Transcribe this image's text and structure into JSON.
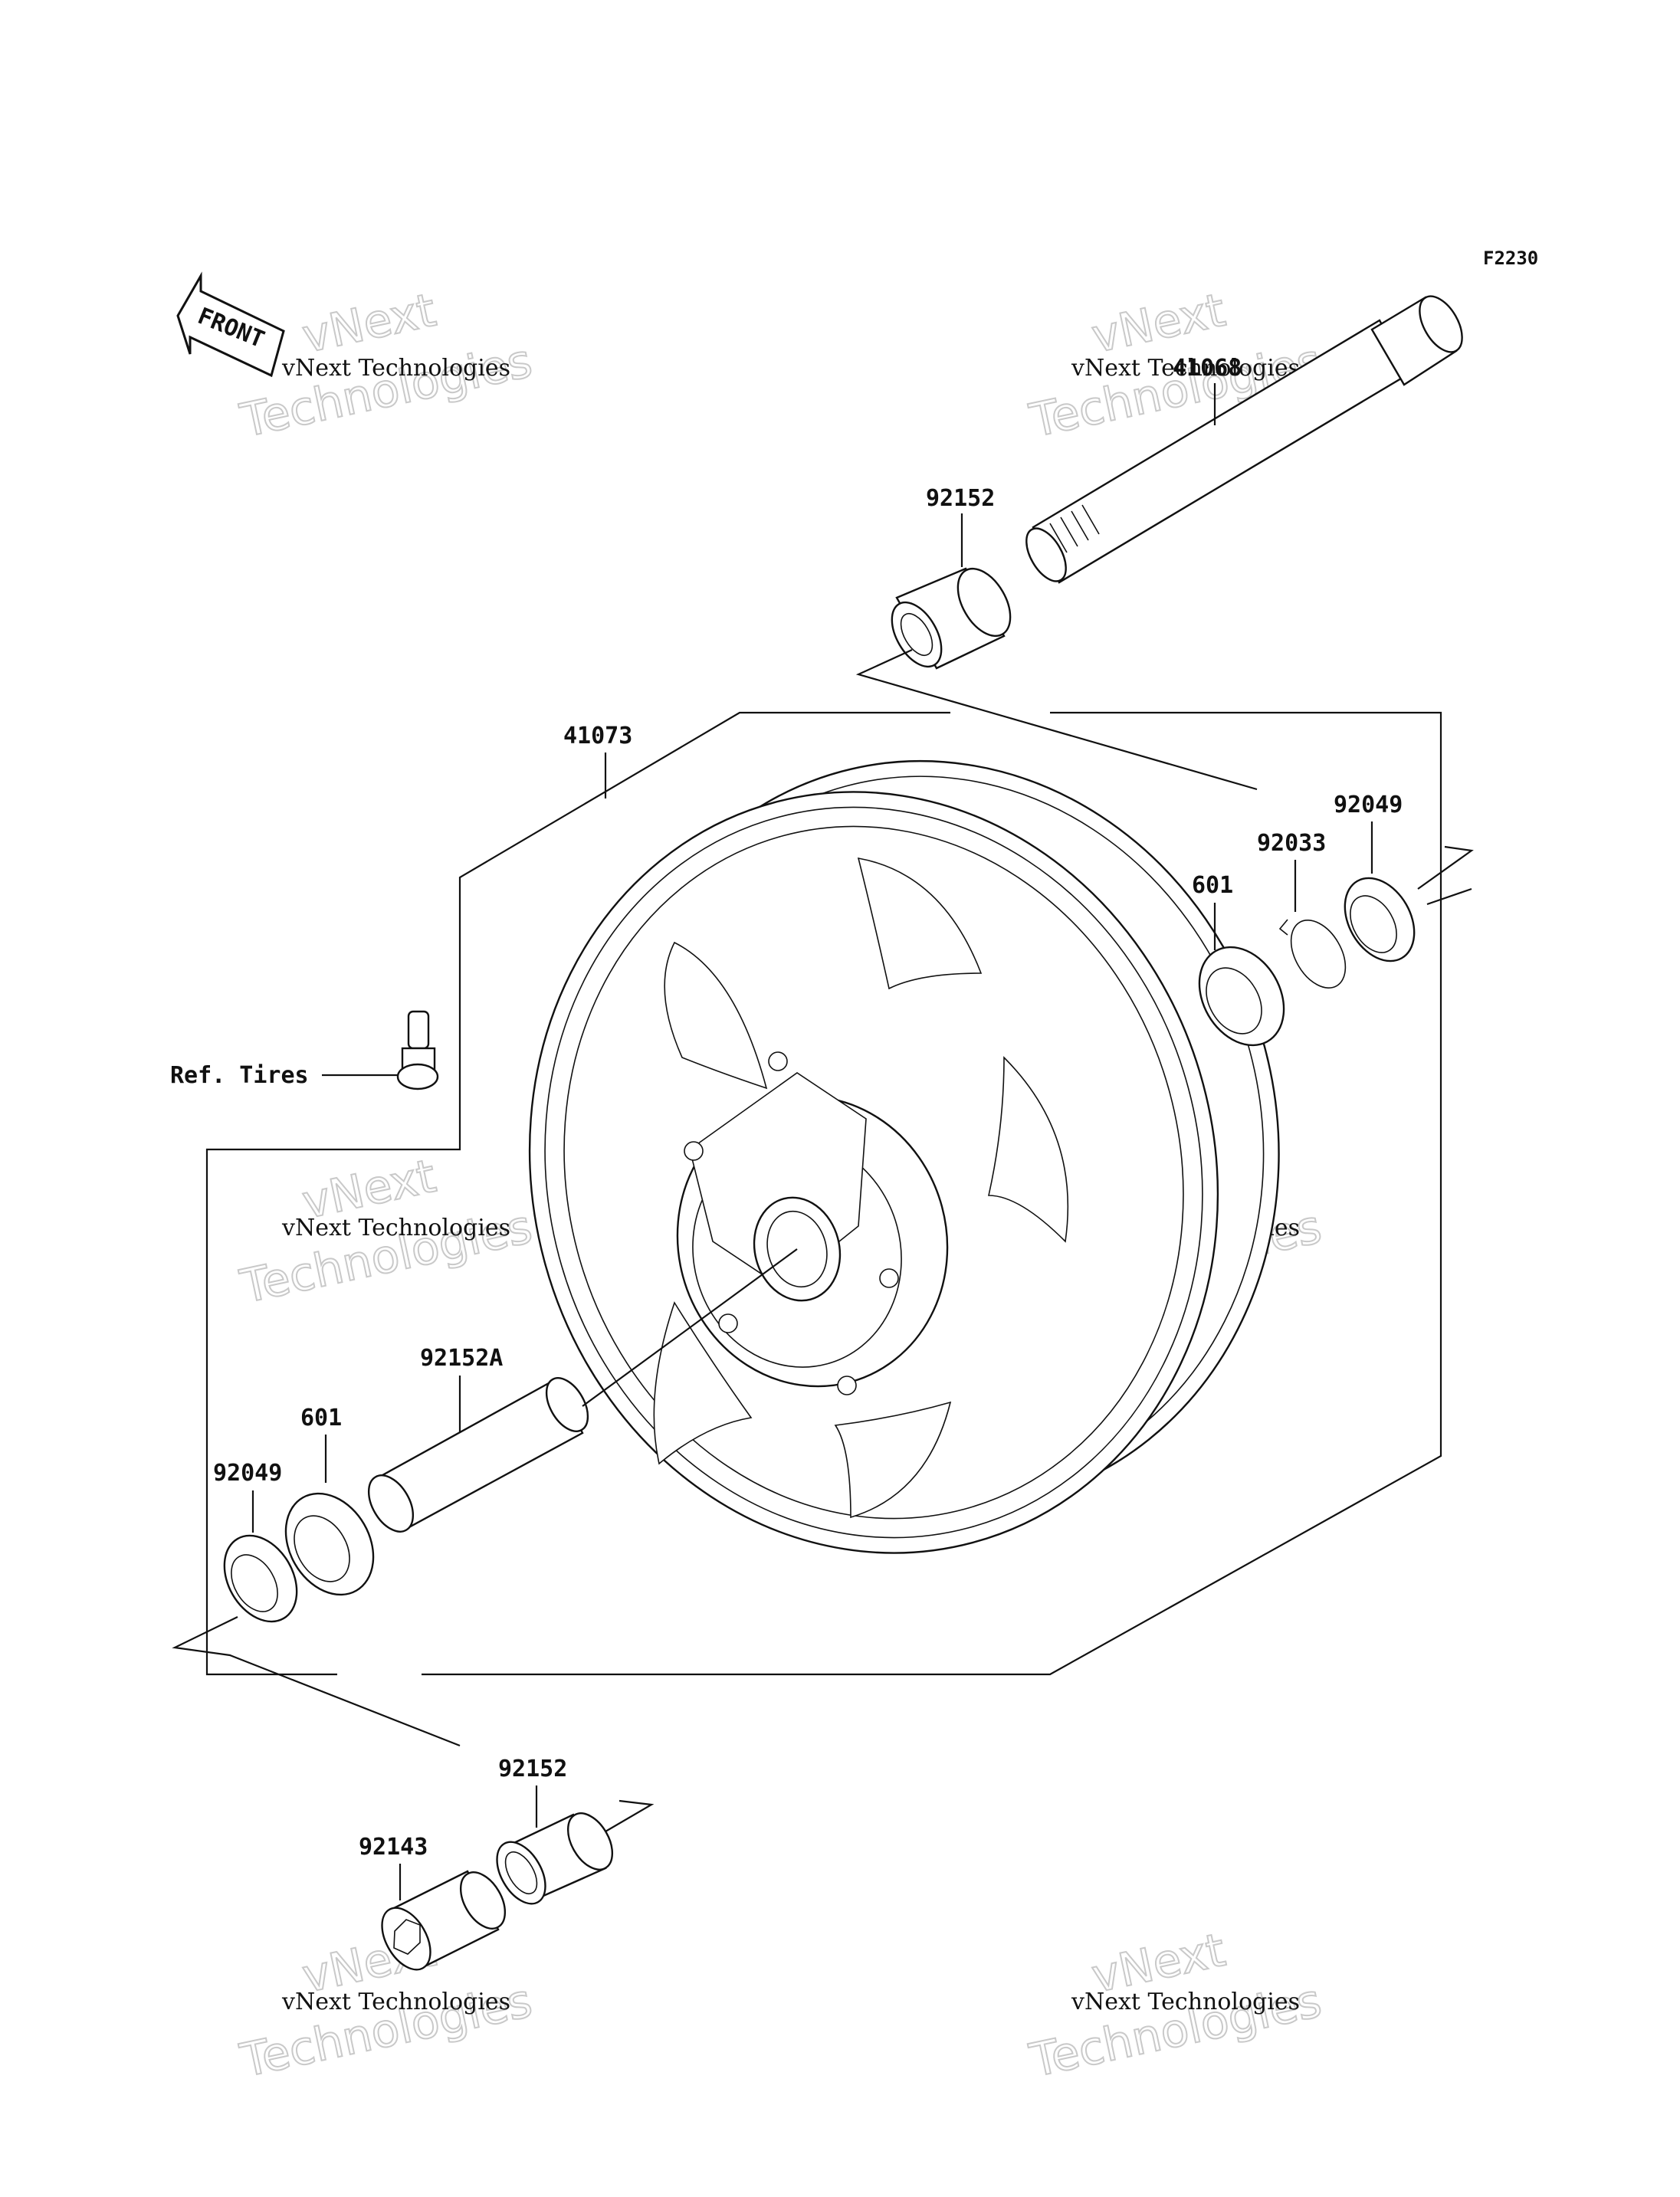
{
  "diagram_id": "F2230",
  "front_label": "FRONT",
  "watermark": {
    "line1": "vNext",
    "line2": "Technologies",
    "caption": "vNext Technologies"
  },
  "callouts": {
    "axle": "41068",
    "collar_top": "92152",
    "wheel": "41073",
    "seal_right": "92049",
    "circlip": "92033",
    "bearing_right": "601",
    "ref_tires": "Ref. Tires",
    "spacer": "92152A",
    "bearing_left": "601",
    "seal_left": "92049",
    "collar_bottom": "92152",
    "cap": "92143"
  }
}
